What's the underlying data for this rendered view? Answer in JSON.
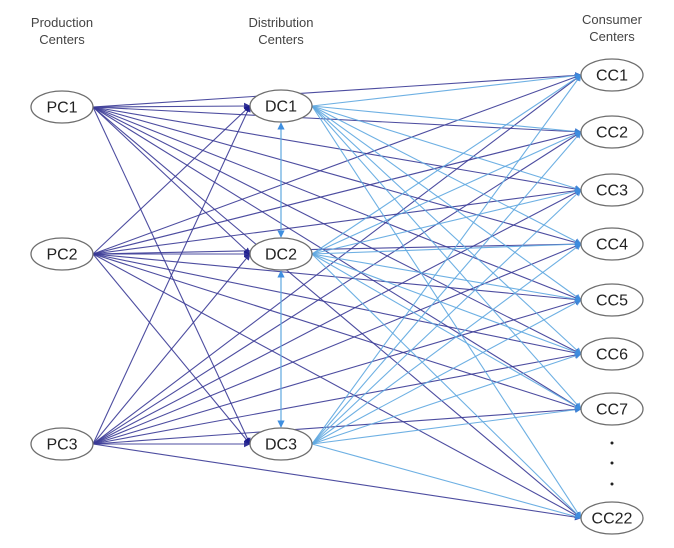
{
  "headers": {
    "production": [
      "Production",
      "Centers"
    ],
    "distribution": [
      "Distribution",
      "Centers"
    ],
    "consumer": [
      "Consumer",
      "Centers"
    ]
  },
  "nodes": {
    "production": [
      "PC1",
      "PC2",
      "PC3"
    ],
    "distribution": [
      "DC1",
      "DC2",
      "DC3"
    ],
    "consumer": [
      "CC1",
      "CC2",
      "CC3",
      "CC4",
      "CC5",
      "CC6",
      "CC7",
      "CC22"
    ]
  },
  "ellipsis": "⋮",
  "edges": {
    "production_to_distribution": "all",
    "production_to_consumer": "all",
    "distribution_to_consumer": "all",
    "distribution_to_distribution": [
      [
        "DC1",
        "DC2"
      ],
      [
        "DC2",
        "DC3"
      ]
    ]
  },
  "colors": {
    "production_edges": "#3a3a96",
    "distribution_edges": "#5fa8e0",
    "arrowhead_dark": "#1a1a8c",
    "arrowhead_light": "#3f8fe0"
  }
}
